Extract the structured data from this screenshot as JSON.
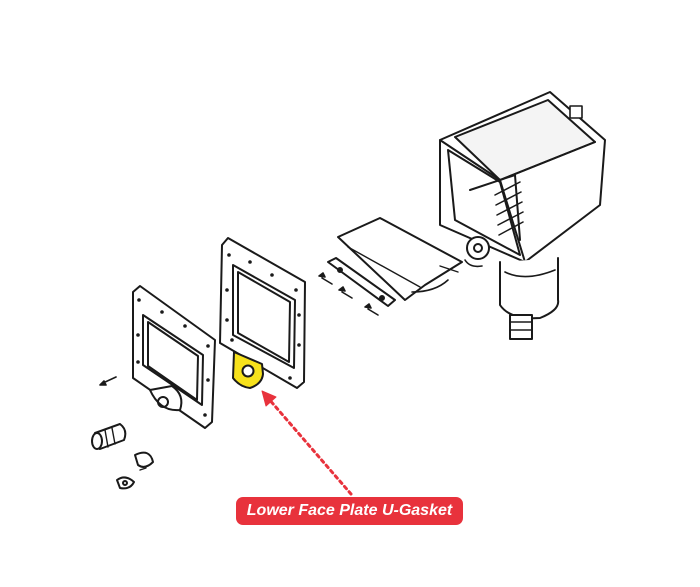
{
  "callout": {
    "text": "Lower Face Plate U-Gasket",
    "color": "#e8323c",
    "text_color": "#ffffff"
  },
  "highlight_color": "#f7e21c",
  "parts": [
    "skimmer-body",
    "weir-door",
    "retainer-bar",
    "face-plate",
    "face-plate-gasket",
    "lower-face-plate-u-gasket",
    "hose-adapter",
    "screws",
    "clips"
  ]
}
